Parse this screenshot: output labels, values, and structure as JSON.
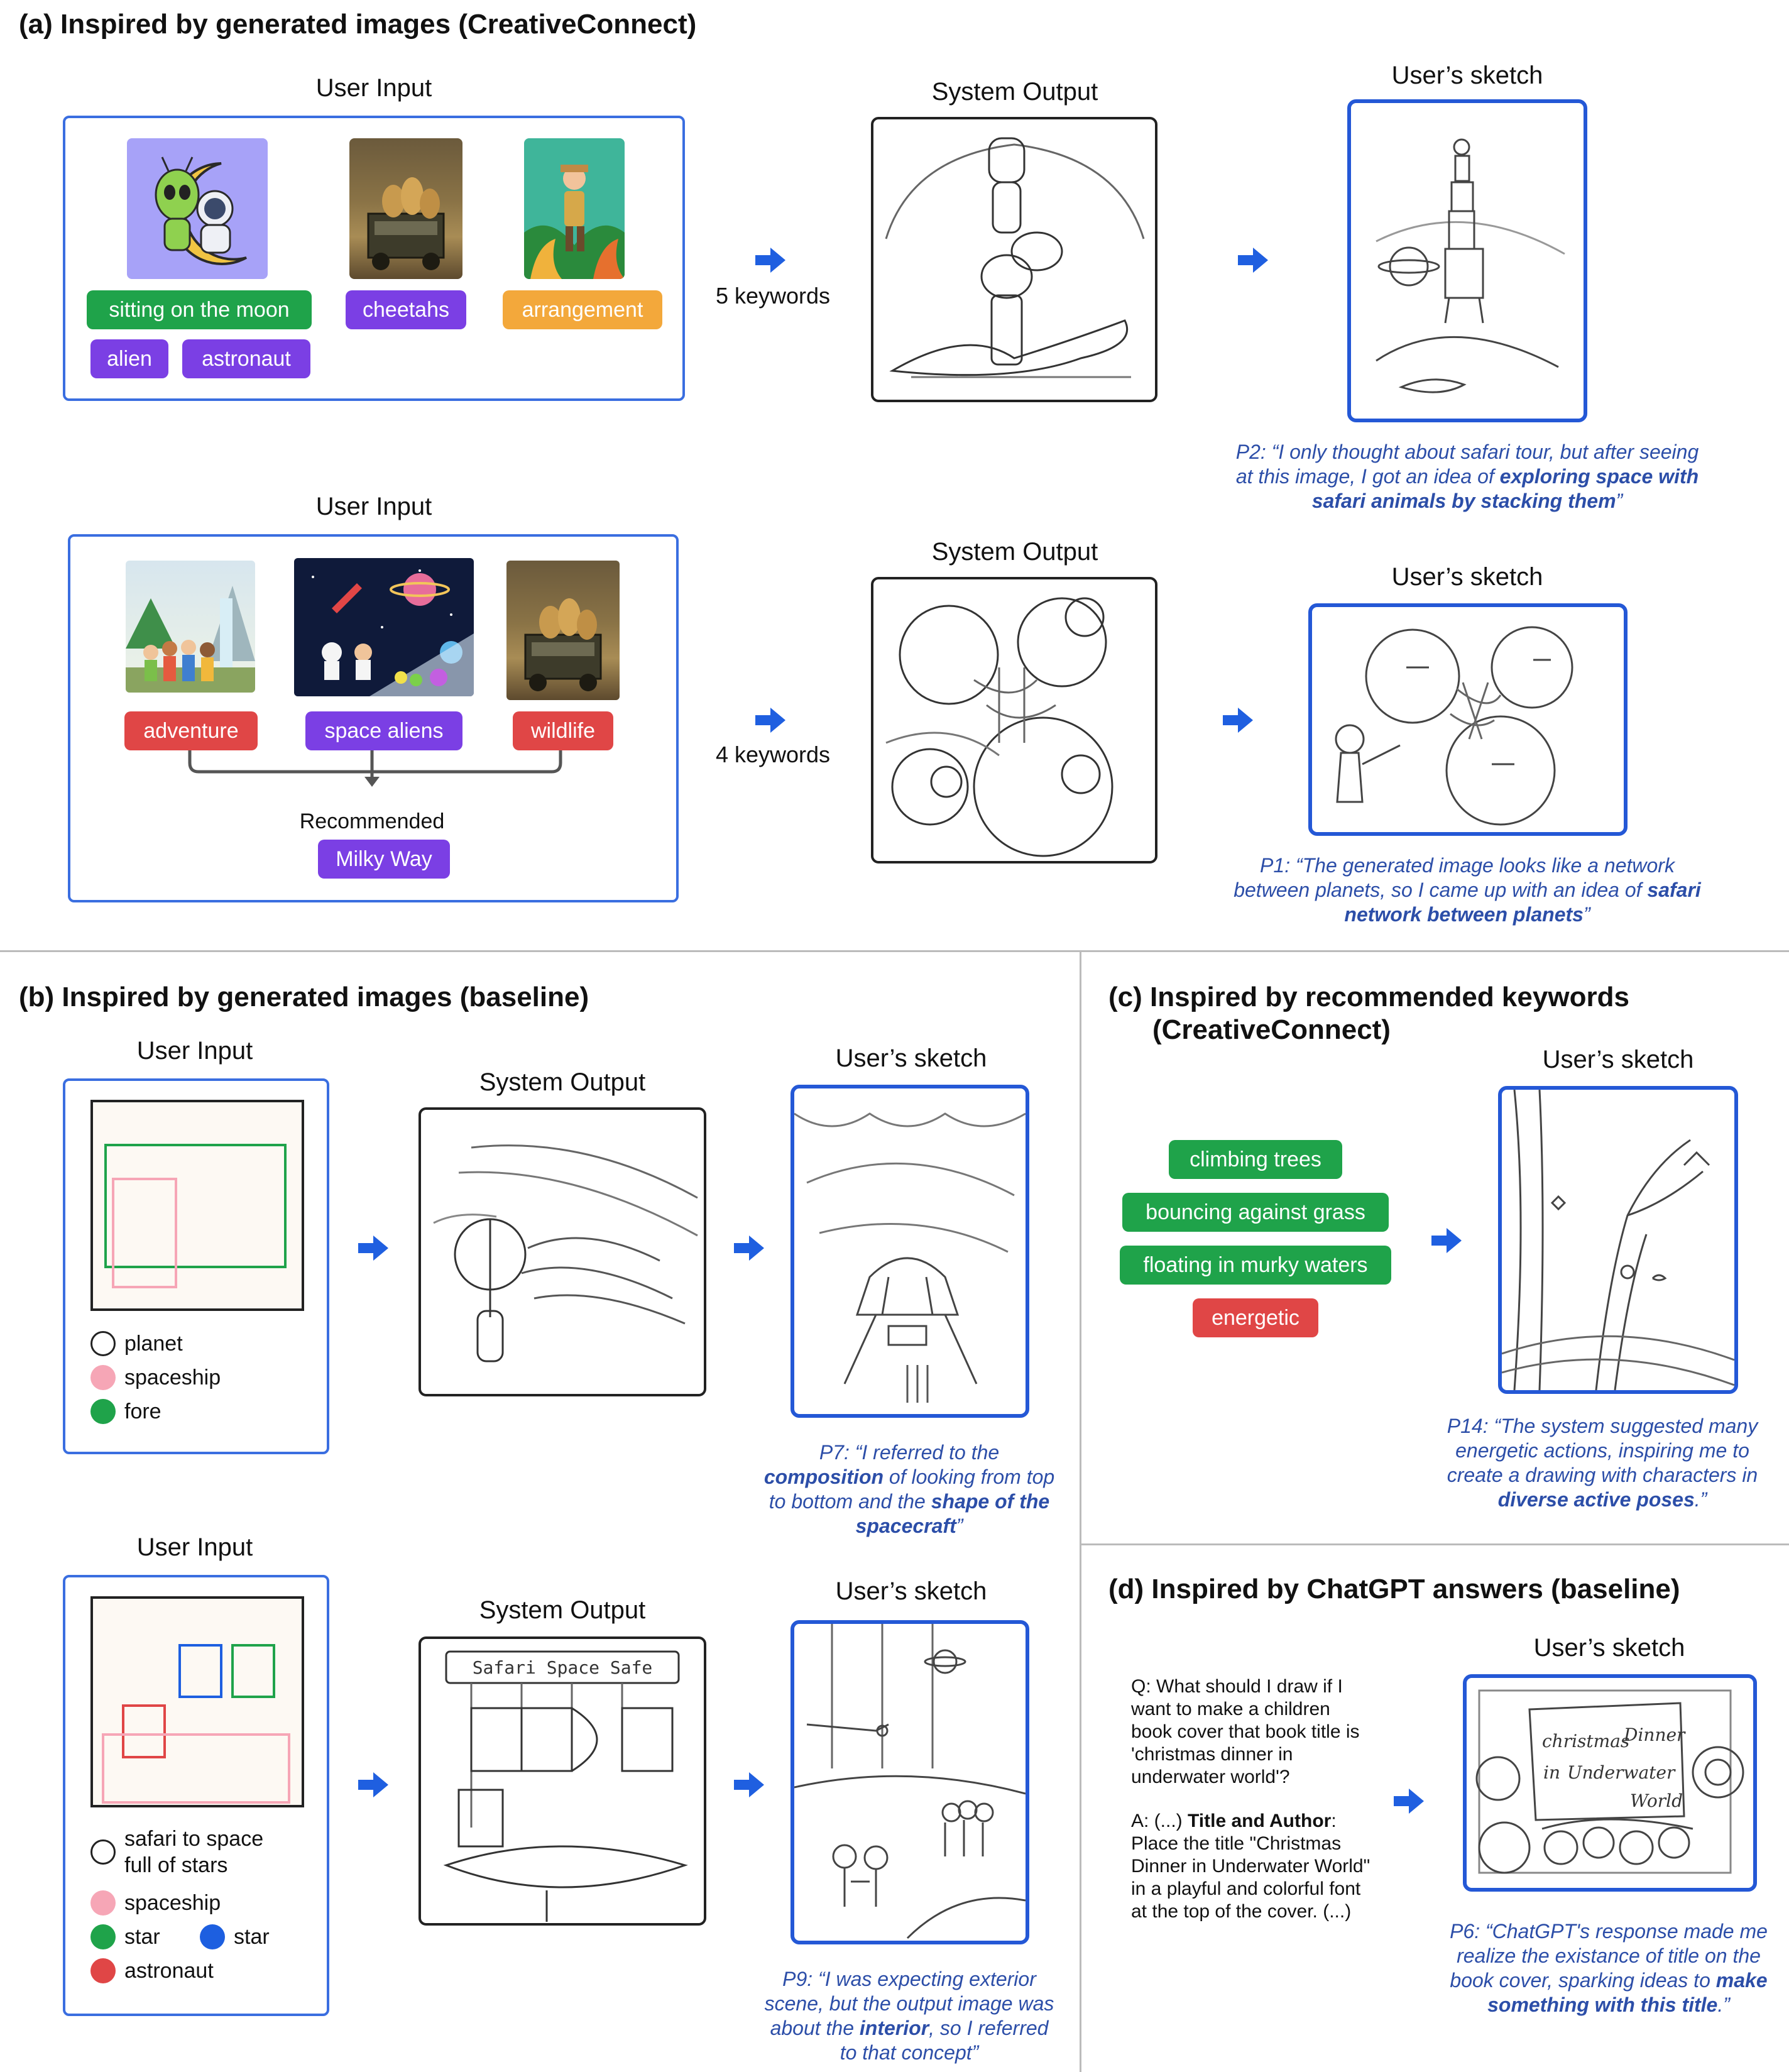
{
  "section_a": {
    "title": "(a) Inspired by generated images (CreativeConnect)",
    "row1": {
      "user_input_label": "User Input",
      "tags": [
        "sitting on the moon",
        "cheetahs",
        "arrangement",
        "alien",
        "astronaut"
      ],
      "keywords": "5 keywords",
      "output_label": "System Output",
      "sketch_label": "User’s sketch",
      "quote_plain": "P2: “I only thought about safari tour, but after seeing at this image, I got an idea of ",
      "quote_bold": "exploring space with safari animals by stacking them",
      "quote_end": "”"
    },
    "row2": {
      "user_input_label": "User Input",
      "tags": [
        "adventure",
        "space aliens",
        "wildlife"
      ],
      "recommended_label": "Recommended",
      "recommended_tag": "Milky Way",
      "keywords": "4 keywords",
      "output_label": "System Output",
      "sketch_label": "User’s sketch",
      "quote_plain": "P1: “The generated image looks like a network between planets, so I came up with an idea of ",
      "quote_bold": "safari network between planets",
      "quote_end": "”"
    }
  },
  "section_b": {
    "title": "(b) Inspired by generated images (baseline)",
    "row1": {
      "user_input_label": "User Input",
      "legend": [
        "planet",
        "spaceship",
        "fore"
      ],
      "output_label": "System Output",
      "sketch_label": "User’s sketch",
      "quote_p1": "P7: “I referred to the ",
      "quote_b1": "composition",
      "quote_p2": " of looking from top to bottom and the ",
      "quote_b2": "shape of the spacecraft",
      "quote_end": "”"
    },
    "row2": {
      "user_input_label": "User Input",
      "legend": [
        "safari to space full of stars",
        "spaceship",
        "star",
        "star",
        "astronaut"
      ],
      "output_label": "System Output",
      "output_sign": "Safari Space Safe",
      "sketch_label": "User’s sketch",
      "quote_p1": "P9: “I was expecting exterior scene, but the output image was about the ",
      "quote_b1": "interior",
      "quote_p2": ", so I referred to that concept”"
    }
  },
  "section_c": {
    "title_line1": "(c) Inspired by recommended keywords",
    "title_line2": "(CreativeConnect)",
    "tags": [
      "climbing trees",
      "bouncing against grass",
      "floating in murky waters",
      "energetic"
    ],
    "sketch_label": "User’s sketch",
    "quote_plain": "P14: “The system suggested many energetic actions, inspiring me to create a drawing with characters in ",
    "quote_bold": "diverse active poses",
    "quote_end": ".”"
  },
  "section_d": {
    "title": "(d) Inspired by ChatGPT answers (baseline)",
    "question": "Q: What should I draw if I want to make a children book cover that book title is 'christmas dinner in underwater world'?",
    "answer_prefix": "A: (...) ",
    "answer_bold": "Title and Author",
    "answer_rest": ": Place the title \"Christmas Dinner in Underwater World\" in a playful and colorful font at the top of the cover. (...)",
    "sketch_label": "User’s sketch",
    "sketch_words": [
      "christmas",
      "Dinner",
      "in",
      "Underwater",
      "World"
    ],
    "quote_plain": "P6: “ChatGPT's response made me realize the existance of title on the book cover, sparking ideas to ",
    "quote_bold": "make something with this title",
    "quote_end": ".”"
  },
  "colors": {
    "green": "#1fa34a",
    "purple": "#7b3fe4",
    "orange": "#f3a83b",
    "red": "#e04646",
    "blue_border": "#2458d6",
    "quote_text": "#2c4ea8",
    "legend_pink": "#f6a6b6",
    "legend_blue": "#1d5fe0"
  }
}
